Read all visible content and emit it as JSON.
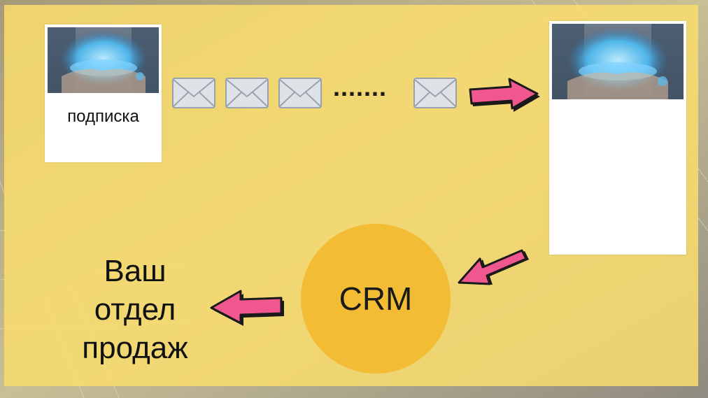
{
  "subscription": {
    "label": "подписка",
    "image_icon": "business-hands-globe-photo"
  },
  "email_sequence": {
    "icon": "envelope-icon",
    "ellipsis": "......."
  },
  "landing": {
    "image_icon": "business-hands-globe-photo"
  },
  "crm": {
    "label": "CRM"
  },
  "sales": {
    "line1": "Ваш",
    "line2": "отдел",
    "line3": "продаж"
  },
  "colors": {
    "background": "#f9dc6e",
    "circle": "#f2bc34",
    "arrow_fill": "#f0578f",
    "arrow_outline": "#1a1a1a",
    "envelope": "#dfe3e8"
  }
}
